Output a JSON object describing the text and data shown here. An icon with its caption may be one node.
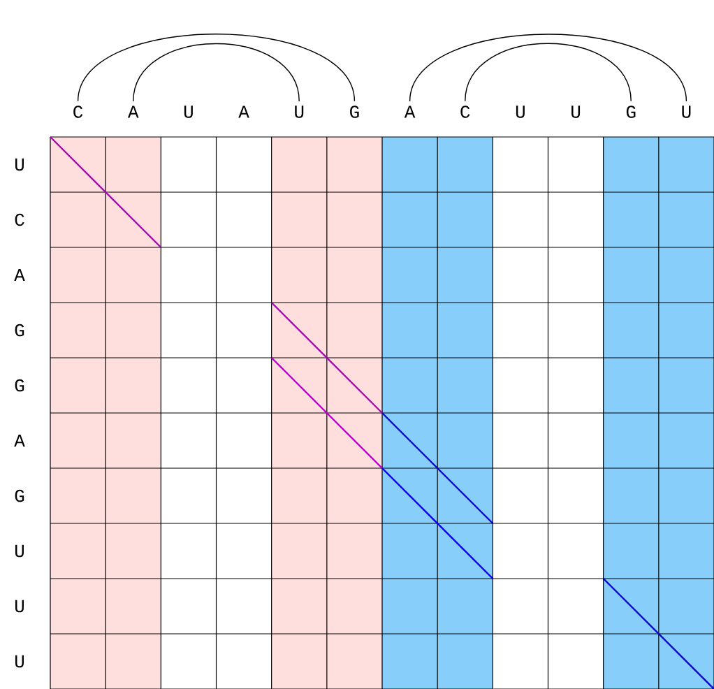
{
  "diagram": {
    "nodes": [
      {
        "text": [
          "C"
        ]
      },
      {
        "text": [
          "A"
        ]
      },
      {
        "text": [
          "U"
        ]
      },
      {
        "text": [
          "A"
        ]
      },
      {
        "text": [
          "U"
        ]
      },
      {
        "text": [
          "G"
        ]
      },
      {
        "text": [
          "A"
        ]
      },
      {
        "text": [
          "C"
        ]
      },
      {
        "text": [
          "U"
        ]
      },
      {
        "text": [
          "U"
        ]
      },
      {
        "text": [
          "G"
        ]
      },
      {
        "text": [
          "U"
        ]
      }
    ],
    "edges": [
      {
        "from": 0,
        "to": 5,
        "arrow": "none"
      },
      {
        "from": 1,
        "to": 4,
        "arrow": "none"
      },
      {
        "from": 6,
        "to": 11,
        "arrow": "none"
      },
      {
        "from": 7,
        "to": 10,
        "arrow": "none"
      }
    ],
    "labels": [
      "U",
      "C",
      "A",
      "G",
      "G",
      "A",
      "G",
      "U",
      "U",
      "U"
    ]
  }
}
